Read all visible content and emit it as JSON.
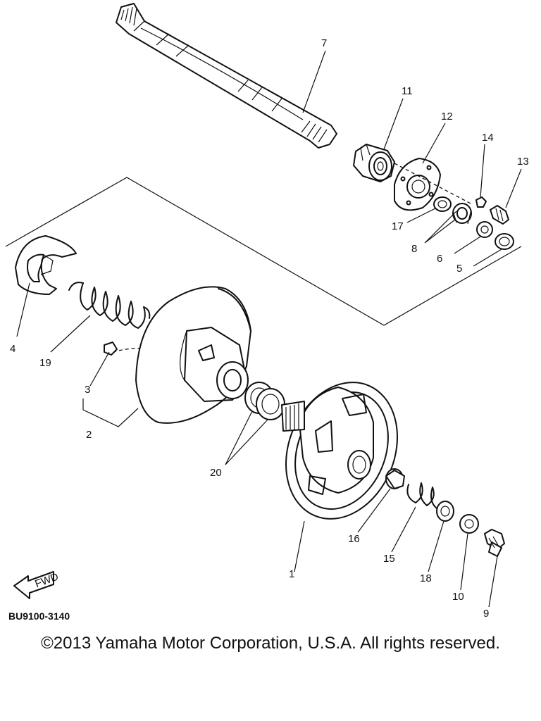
{
  "diagram": {
    "callouts": [
      "1",
      "2",
      "3",
      "4",
      "5",
      "6",
      "7",
      "8",
      "9",
      "10",
      "11",
      "12",
      "13",
      "14",
      "15",
      "16",
      "17",
      "18",
      "19",
      "20"
    ],
    "fwd_label": "FWD",
    "diagram_code": "BU9100-3140"
  },
  "footer": {
    "copyright": "©2013 Yamaha Motor Corporation, U.S.A. All rights reserved."
  }
}
